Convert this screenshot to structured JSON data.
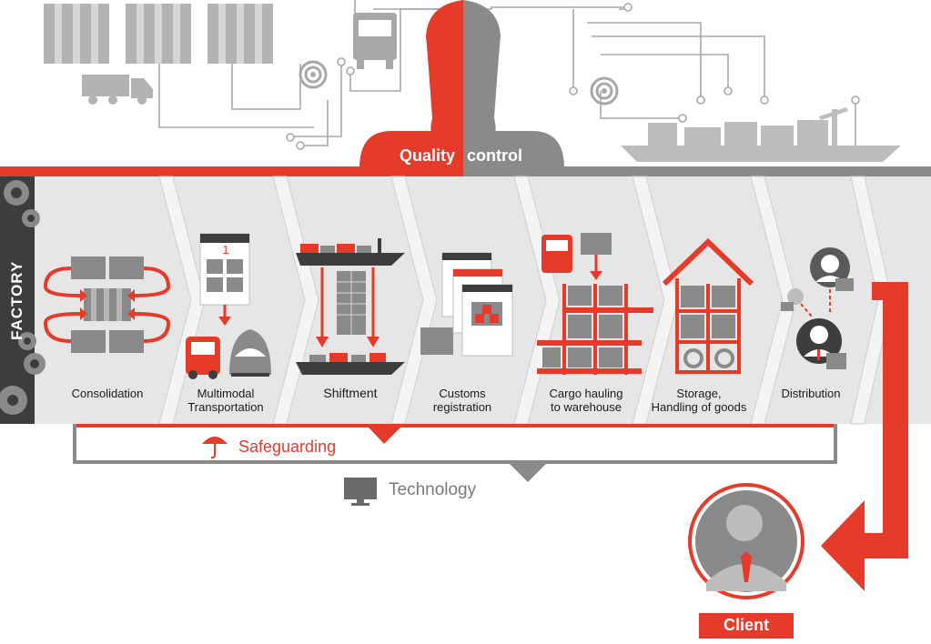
{
  "quality_control": {
    "part1": "Quality",
    "part2": "control"
  },
  "factory_label": "FACTORY",
  "steps": [
    {
      "label_line1": "Consolidation",
      "label_line2": ""
    },
    {
      "label_line1": "Multimodal",
      "label_line2": "Transportation"
    },
    {
      "label_line1": "Shiftment",
      "label_line2": ""
    },
    {
      "label_line1": "Customs",
      "label_line2": "registration"
    },
    {
      "label_line1": "Cargo hauling",
      "label_line2": "to warehouse"
    },
    {
      "label_line1": "Storage,",
      "label_line2": "Handling of goods"
    },
    {
      "label_line1": "Distribution",
      "label_line2": ""
    }
  ],
  "calendar_number": "1",
  "safeguarding": "Safeguarding",
  "technology": "Technology",
  "client": "Client",
  "colors": {
    "accent": "#e63a2a",
    "dark": "#3d3d3d",
    "mid_gray": "#8a8a8a",
    "light_gray": "#d9d9d9",
    "band": "#e6e6e6"
  }
}
